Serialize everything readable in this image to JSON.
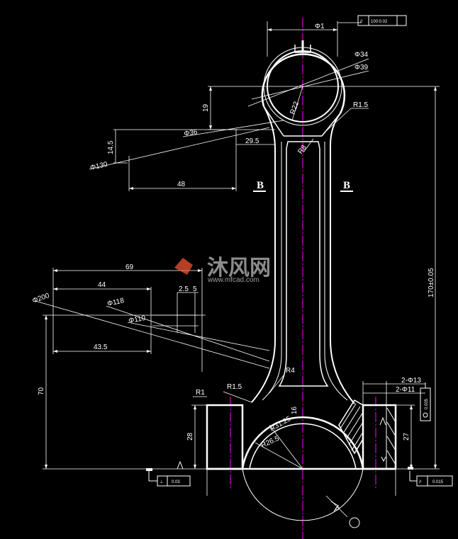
{
  "colors": {
    "background": "#000000",
    "outline": "#ffffff",
    "centerline": "#ff00ff",
    "dimension": "#ffffff"
  },
  "dimensions": {
    "d_phi1": "Φ1",
    "d_phi34": "Φ34",
    "d_phi39": "Φ39",
    "d_19": "19",
    "d_r22": "R22",
    "d_r1_5_top": "R1.5",
    "d_14_5": "14.5",
    "d_phi36": "Φ36",
    "d_29_5": "29.5",
    "d_r8": "R8",
    "d_phi130": "Φ130",
    "d_48": "48",
    "d_69": "69",
    "d_44": "44",
    "d_2_5": "2.5",
    "d_5": "5",
    "d_phi200": "Φ200",
    "d_phi118": "Φ118",
    "d_phi110": "Φ110",
    "d_43_5": "43.5",
    "d_170": "170±0.05",
    "d_r4": "R4",
    "d_r1": "R1",
    "d_r1_5_bot": "R1.5",
    "d_70": "70",
    "d_28": "28",
    "d_r31_25": "R31.25",
    "d_r26_5": "R26.5",
    "d_16": "16",
    "d_2phi13": "2-Φ13",
    "d_2phi11": "2-Φ11",
    "d_27": "27",
    "d_b": "b"
  },
  "tolerances": {
    "top_symbol": "//",
    "top_value": "100:0.02",
    "left_symbol": "⊥",
    "left_value": "0.03",
    "right_symbol": "//",
    "right_value": "0.015",
    "right_vert_value": "0.005"
  },
  "section_labels": {
    "left": "B",
    "right": "B"
  },
  "watermark": {
    "brand": "沐风网",
    "url": "www.mfcad.com"
  }
}
